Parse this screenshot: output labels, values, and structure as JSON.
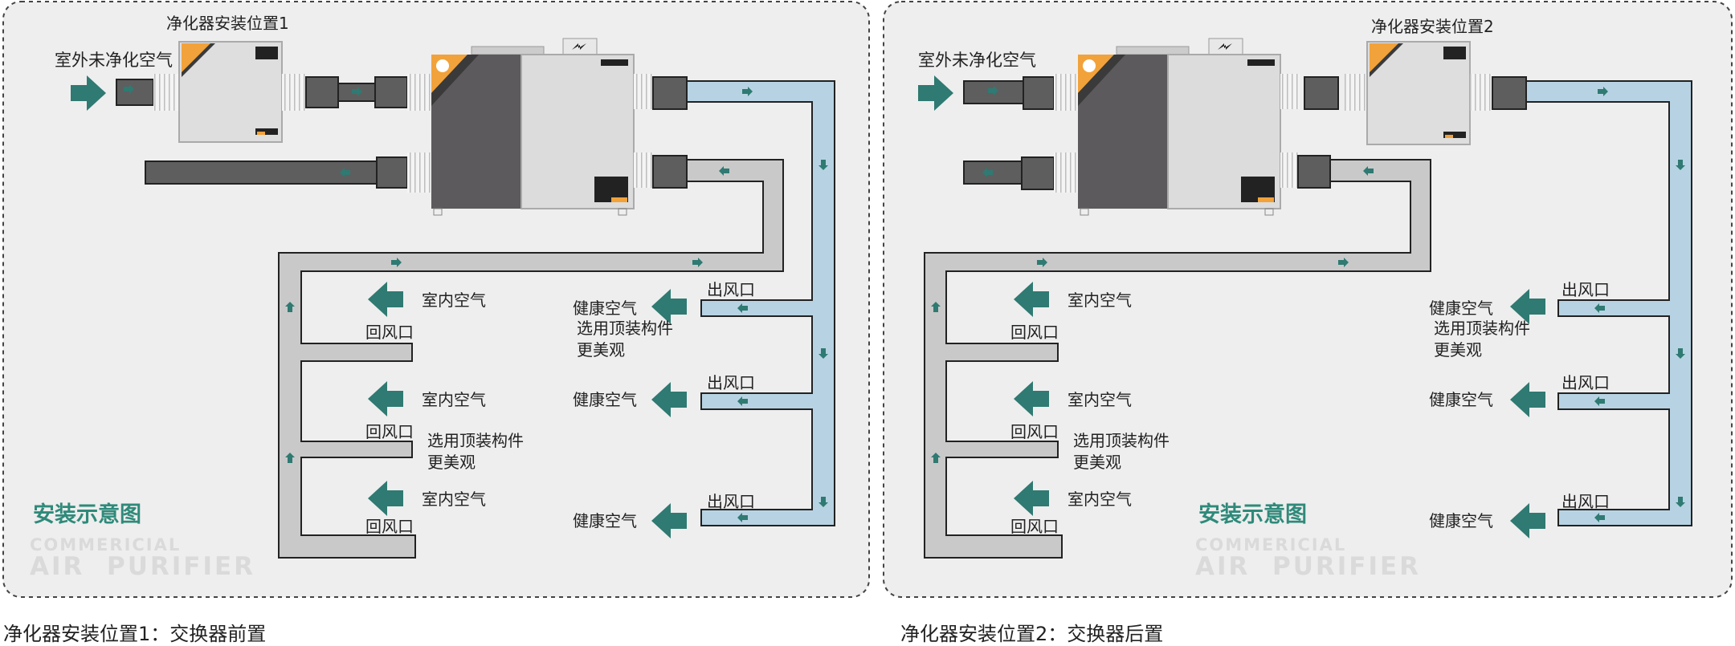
{
  "colors": {
    "teal": "#2f7a72",
    "supply_duct": "#b7d3e3",
    "return_duct": "#c9c9c9",
    "unit_dark": "#5c5a5c",
    "unit_light": "#dcdcdc",
    "panel_bg": "#eeeeee",
    "brand_orange": "#f2a23a"
  },
  "panels": [
    {
      "purifier_label": "净化器安装位置1",
      "outdoor_label": "室外未净化空气",
      "indoor_labels": [
        "室内空气",
        "室内空气",
        "室内空气"
      ],
      "return_label": "回风口",
      "outlet_label": "出风口",
      "healthy_label": "健康空气",
      "ceiling_note_line1": "选用顶装构件",
      "ceiling_note_line2": "更美观",
      "title": "安装示意图",
      "watermark_line1": "COMMERICIAL",
      "watermark_line2": "AIR  PURIFIER",
      "caption": "净化器安装位置1：交换器前置"
    },
    {
      "purifier_label": "净化器安装位置2",
      "outdoor_label": "室外未净化空气",
      "indoor_labels": [
        "室内空气",
        "室内空气",
        "室内空气"
      ],
      "return_label": "回风口",
      "outlet_label": "出风口",
      "healthy_label": "健康空气",
      "ceiling_note_line1": "选用顶装构件",
      "ceiling_note_line2": "更美观",
      "title": "安装示意图",
      "watermark_line1": "COMMERICIAL",
      "watermark_line2": "AIR  PURIFIER",
      "caption": "净化器安装位置2：交换器后置"
    }
  ]
}
